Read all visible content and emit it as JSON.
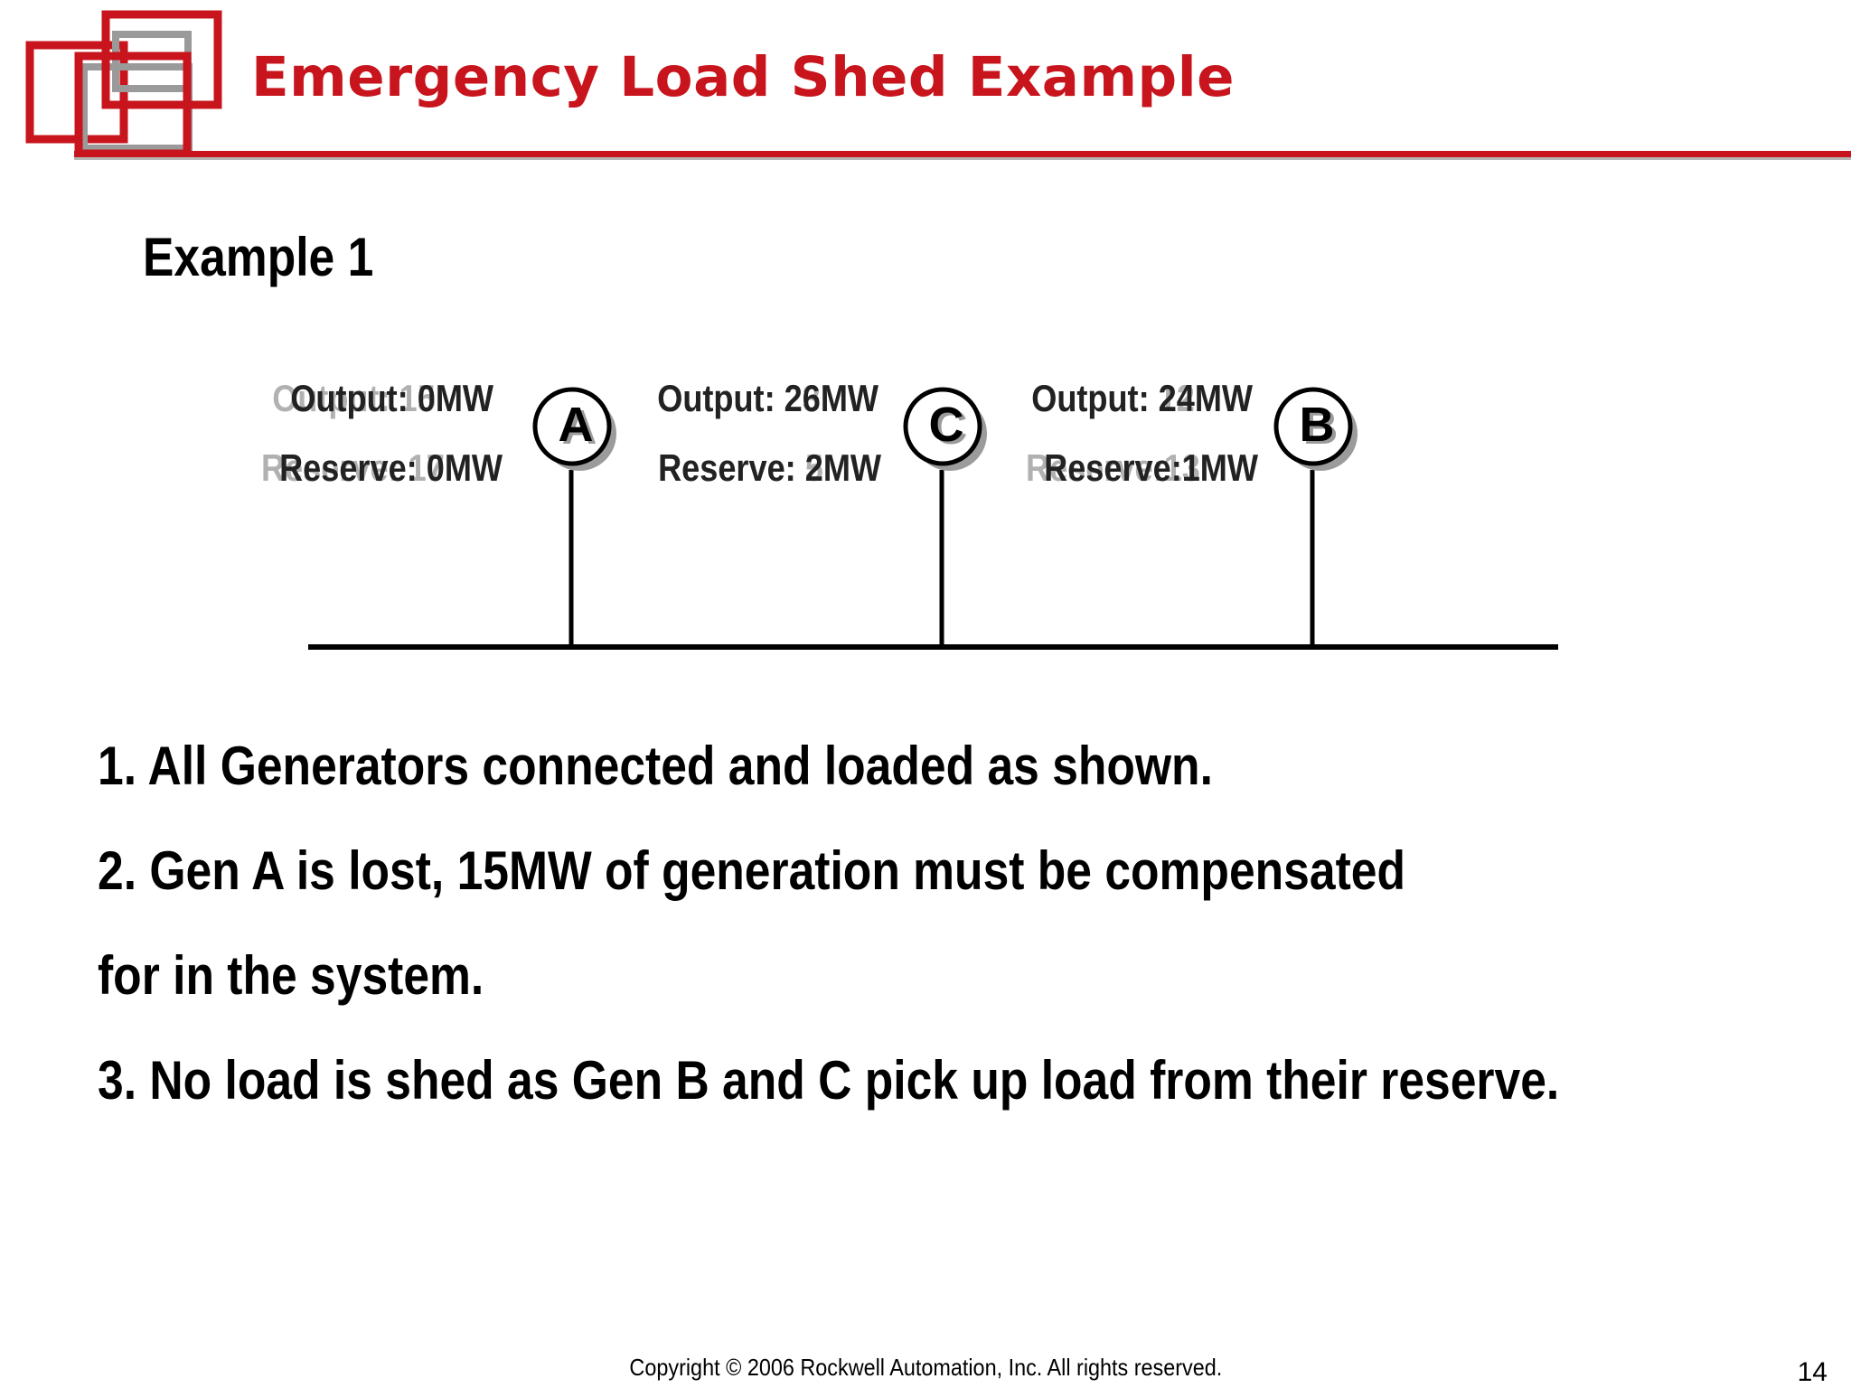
{
  "slide": {
    "title": "Emergency Load Shed Example",
    "subtitle": "Example 1",
    "page_number": "14",
    "copyright": "Copyright © 2006 Rockwell Automation, Inc. All rights reserved."
  },
  "diagram": {
    "generators": [
      {
        "id": "A",
        "label": "A",
        "output_text": "Output: 0MW",
        "output_ghost": "Output: 15MW",
        "reserve_text": "Reserve: 0MW",
        "reserve_ghost": "Reserve: 17MW"
      },
      {
        "id": "C",
        "label": "C",
        "output_text": "Output: 26MW",
        "output_ghost": "Output: 23MW",
        "reserve_text": "Reserve: 2MW",
        "reserve_ghost": "Reserve: 5MW"
      },
      {
        "id": "B",
        "label": "B",
        "output_text": "Output: 24MW",
        "output_ghost": "Output: 12MW",
        "reserve_text": "Reserve:1MW",
        "reserve_ghost": "Reserve:13MW"
      }
    ]
  },
  "steps": [
    "1. All Generators connected and loaded as shown.",
    "2. Gen A is lost, 15MW of generation must be compensated",
    "for in the system.",
    "3. No load is shed as Gen B and C pick up load from their reserve."
  ],
  "colors": {
    "accent": "#c8141c",
    "logo_gray": "#9a9a9a",
    "text": "#000000"
  }
}
